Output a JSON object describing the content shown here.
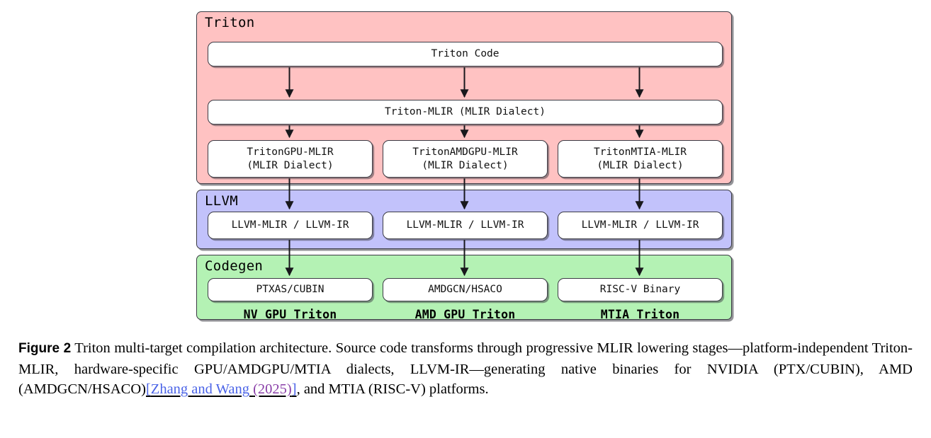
{
  "figure": {
    "caption_label": "Figure 2",
    "caption_part1": "Triton multi-target compilation architecture. Source code transforms through progressive MLIR lowering stages—platform-independent Triton-MLIR, hardware-specific GPU/AMDGPU/MTIA dialects, LLVM-IR—generating native binaries for NVIDIA (PTX/CUBIN), AMD (AMDGCN/HSACO)",
    "citation_open": "[",
    "citation_name": "Zhang and Wang",
    "citation_year": "(2025)",
    "citation_close": "]",
    "caption_part2": ", and MTIA (RISC-V) platforms."
  },
  "colors": {
    "triton_band": "#ffc2c2",
    "llvm_band": "#c2c2fb",
    "codegen_band": "#b4f2b4",
    "node_fill": "#ffffff",
    "stroke": "#3b3b44",
    "link_name": "#4a63e7",
    "link_year": "#8a3fa8"
  },
  "diagram": {
    "bands": [
      {
        "title": "Triton"
      },
      {
        "title": "LLVM"
      },
      {
        "title": "Codegen"
      }
    ],
    "triton": {
      "code_node": "Triton Code",
      "mlir_node": "Triton-MLIR (MLIR Dialect)",
      "dialects": [
        "TritonGPU-MLIR\n(MLIR Dialect)",
        "TritonAMDGPU-MLIR\n(MLIR Dialect)",
        "TritonMTIA-MLIR\n(MLIR Dialect)"
      ]
    },
    "llvm": {
      "nodes": [
        "LLVM-MLIR / LLVM-IR",
        "LLVM-MLIR / LLVM-IR",
        "LLVM-MLIR / LLVM-IR"
      ]
    },
    "codegen": {
      "nodes": [
        "PTXAS/CUBIN",
        "AMDGCN/HSACO",
        "RISC-V Binary"
      ],
      "footers": [
        "NV GPU Triton",
        "AMD GPU Triton",
        "MTIA Triton"
      ]
    }
  }
}
